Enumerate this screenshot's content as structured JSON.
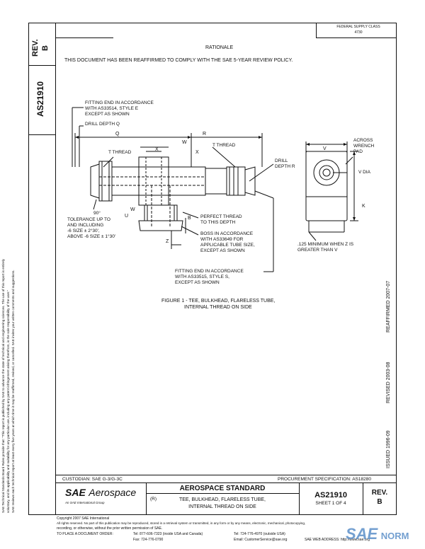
{
  "header": {
    "rev_label": "REV.",
    "rev_value": "B",
    "doc_number": "AS21910",
    "federal_supply_class_label": "FEDERAL SUPPLY CLASS",
    "federal_supply_class_value": "4730"
  },
  "rationale": {
    "title": "RATIONALE",
    "text": "THIS DOCUMENT HAS BEEN REAFFIRMED TO COMPLY WITH THE SAE 5-YEAR REVIEW POLICY."
  },
  "left_margin": {
    "line1": "SAE Technical Standards Board Rules provide that: \"This report is published by SAE to advance the state of technical and engineering sciences. The use of this report is entirely",
    "line2": "voluntary, and its applicability and suitability for any particular use, including any patent infringement arising therefrom, is the sole responsibility of the user.\"",
    "line3": "SAE reviews each technical report at least every five years at which time it may be reaffirmed, revised, or cancelled. SAE invites your written comments and suggestions."
  },
  "right_margin": {
    "issued": "ISSUED 1996-09",
    "revised": "REVISED 2003-08",
    "reaffirmed": "REAFFIRMED 2007-07"
  },
  "drawing": {
    "labels": {
      "fitting_end_1": [
        "FITTING END IN ACCORDANCE",
        "WITH AS33514, STYLE E",
        "EXCEPT AS SHOWN"
      ],
      "drill_depth_q": "DRILL DEPTH Q",
      "q": "Q",
      "r": "R",
      "w1": "W",
      "x1": "X",
      "x2": "X",
      "t_thread_1": "T THREAD",
      "t_thread_2": "T THREAD",
      "drill_depth_r": [
        "DRILL",
        "DEPTH R"
      ],
      "angle": "90°",
      "tolerance": [
        "TOLERANCE UP TO",
        "AND INCLUDING",
        "-6 SIZE ± 2°30',",
        "ABOVE -6 SIZE ± 1°30'"
      ],
      "w2": "W",
      "u": "U",
      "b": "B",
      "z": "Z",
      "perfect_thread": [
        "PERFECT THREAD",
        "TO THIS DEPTH"
      ],
      "boss": [
        "BOSS IN ACCORDANCE",
        "WITH AS33649 FOR",
        "APPLICABLE TUBE SIZE,",
        "EXCEPT AS SHOWN"
      ],
      "fitting_end_2": [
        "FITTING END IN ACCORDANCE",
        "WITH AS33515, STYLE S,",
        "EXCEPT AS SHOWN"
      ],
      "v": "V",
      "across_wrench_pad": [
        "ACROSS",
        "WRENCH",
        "PAD"
      ],
      "v_dia": "V DIA",
      "k": "K",
      "minimum_note": [
        ".125 MINIMUM WHEN Z IS",
        "GREATER THAN V"
      ]
    },
    "figure_caption": [
      "FIGURE 1 - TEE, BULKHEAD, FLARELESS TUBE,",
      "INTERNAL THREAD ON SIDE"
    ]
  },
  "title_block": {
    "custodian": "CUSTODIAN:  SAE G-3/G-3C",
    "procurement": "PROCUREMENT SPECIFICATION: AS18280",
    "logo_sae": "SAE",
    "logo_aerospace": "Aerospace",
    "logo_tagline": "An SAE International Group",
    "standard_title": "AEROSPACE STANDARD",
    "r_mark": "(R)",
    "description_1": "TEE, BULKHEAD, FLARELESS TUBE,",
    "description_2": "INTERNAL THREAD ON SIDE",
    "doc_number": "AS21910",
    "sheet": "SHEET 1 OF 4",
    "rev_label": "REV.",
    "rev_value": "B"
  },
  "footer": {
    "copyright_1": "Copyright 2007 SAE International",
    "copyright_2": "All rights reserved. No part of this publication may be reproduced, stored in a retrieval system or transmitted, in any form or by any means, electronic, mechanical, photocopying,",
    "copyright_3": "recording, or otherwise, without the prior written permission of SAE.",
    "order_label": "TO PLACE A DOCUMENT ORDER:",
    "tel_1": "Tel:  877-606-7323 (inside USA and Canada)",
    "tel_2": "Tel:  724-776-4970 (outside USA)",
    "fax": "Fax:  724-776-0790",
    "email": "Email:  CustomerService@sae.org",
    "web": "SAE WEB ADDRESS:  http://www.sae.org"
  },
  "watermark": {
    "logo": "SAE",
    "text": "NORM"
  }
}
